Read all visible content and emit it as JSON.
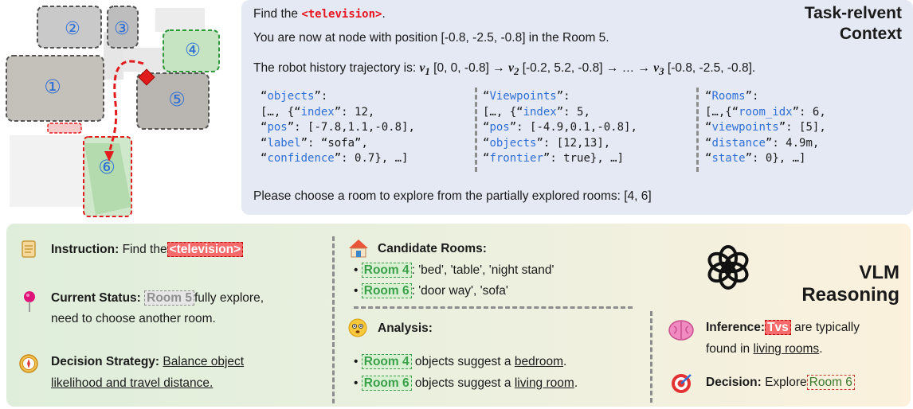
{
  "context": {
    "find_prefix": "Find the",
    "find_target": "<television>",
    "find_suffix": ".",
    "position_line": "You are now at node with position [-0.8, -2.5, -0.8] in the Room 5.",
    "traj_prefix": "The robot history trajectory is:",
    "traj_v1": "v",
    "traj_v1_sub": "1",
    "traj_seg1": "[0, 0, -0.8] →",
    "traj_v2_sub": "2",
    "traj_seg2": "[-0.2, 5.2, -0.8] → … →",
    "traj_v3_sub": "3",
    "traj_seg3": "[-0.8, -2.5, -0.8].",
    "title_line1": "Task-relvent",
    "title_line2": "Context",
    "objects": {
      "l1_key": "objects",
      "l2_key": "index",
      "l2_val": ": 12,",
      "l3_key": "pos",
      "l3_val": ": [-7.8,1.1,-0.8],",
      "l4_key": "label",
      "l4_val": ": “sofa”,",
      "l5_key": "confidence",
      "l5_val": ": 0.7}, …]"
    },
    "viewpoints": {
      "l1_key": "Viewpoints",
      "l2_key": "index",
      "l2_val": ": 5,",
      "l3_key": "pos",
      "l3_val": ": [-4.9,0.1,-0.8],",
      "l4_key": "objects",
      "l4_val": ": [12,13],",
      "l5_key": "frontier",
      "l5_val": ": true}, …]"
    },
    "rooms": {
      "l1_key": "Rooms",
      "l2_key": "room_idx",
      "l2_val": ": 6,",
      "l3_key": "viewpoints",
      "l3_val": ": [5],",
      "l4_key": "distance",
      "l4_val": ": 4.9m,",
      "l5_key": "state",
      "l5_val": ": 0}, …]"
    },
    "choose_line": "Please choose a room to explore from the partially explored rooms: [4, 6]"
  },
  "map": {
    "room_labels": [
      "①",
      "②",
      "③",
      "④",
      "⑤",
      "⑥"
    ]
  },
  "reasoning": {
    "instruction_label": "Instruction:",
    "instruction_text": "Find the",
    "instruction_tag": "<television>",
    "status_label": "Current Status:",
    "status_tag": "Room 5",
    "status_text": "fully explore,",
    "status_text2": "need to choose another room.",
    "strategy_label": "Decision Strategy:",
    "strategy_text1": "Balance object",
    "strategy_text2": "likelihood and travel distance.",
    "candidates_label": "Candidate Rooms:",
    "cand1_tag": "Room 4",
    "cand1_text": ": 'bed', 'table', 'night stand'",
    "cand2_tag": "Room 6",
    "cand2_text": ": 'door way', 'sofa'",
    "analysis_label": "Analysis:",
    "an1_tag": "Room 4",
    "an1_text": "objects suggest a",
    "an1_u": "bedroom",
    "an1_end": ".",
    "an2_tag": "Room 6",
    "an2_text": "objects suggest a",
    "an2_u": "living room",
    "an2_end": ".",
    "vlm_line1": "VLM",
    "vlm_line2": "Reasoning",
    "inference_label": "Inference:",
    "inference_tag": "Tvs",
    "inference_text": "are typically",
    "inference_text2": "found in",
    "inference_u": "living rooms",
    "inference_end": ".",
    "decision_label": "Decision:",
    "decision_text": "Explore",
    "decision_tag": "Room 6"
  },
  "colors": {
    "target_red": "#e8141f",
    "json_key_blue": "#2e6fd6",
    "room_green": "#3aa14a",
    "context_bg": "#e4e9f3"
  }
}
